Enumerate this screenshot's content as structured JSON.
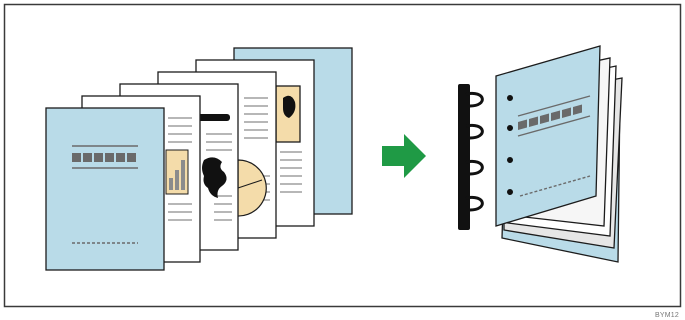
{
  "figure": {
    "code": "BYM12",
    "colors": {
      "frame": "#3a3a3a",
      "cover": "#b9dbe8",
      "page": "#ffffff",
      "outline": "#1c1c1c",
      "arrow": "#1f9a45",
      "line_gray": "#8c8c8c",
      "accent_tan": "#f4dcaa",
      "binder": "#111111"
    },
    "left_group": {
      "description_icon": "stacked-document-pages-icon",
      "page_count": 6
    },
    "arrow": {
      "icon": "right-arrow-icon"
    },
    "right_group": {
      "icon": "comb-bound-booklet-icon",
      "binder_rings": 4
    }
  }
}
